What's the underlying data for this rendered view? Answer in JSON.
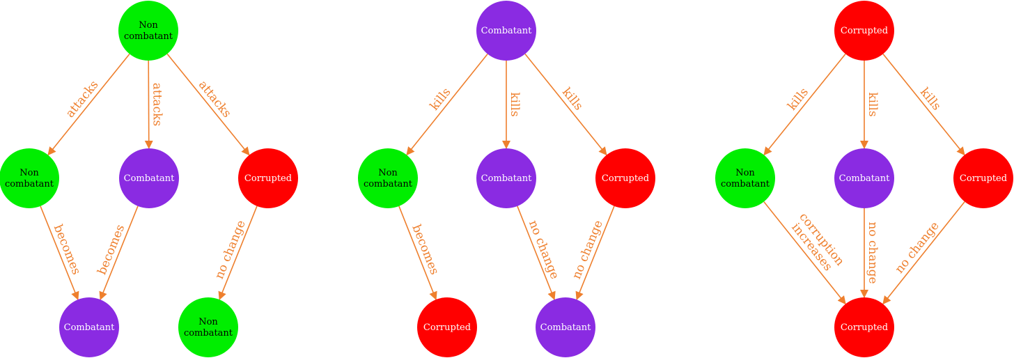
{
  "colors": {
    "non_combatant": "#00ee00",
    "combatant": "#8a2be2",
    "corrupted": "#ff0000",
    "edge": "#ee7f2d",
    "text_on_green": "#000000",
    "text_on_dark": "#ffffff"
  },
  "diagrams": [
    {
      "id": "non-combatant-attacks",
      "nodes": [
        {
          "id": "root",
          "type": "non_combatant",
          "lines": [
            "Non",
            "combatant"
          ]
        },
        {
          "id": "mid-non-combatant",
          "type": "non_combatant",
          "lines": [
            "Non",
            "combatant"
          ]
        },
        {
          "id": "mid-combatant",
          "type": "combatant",
          "lines": [
            "Combatant"
          ]
        },
        {
          "id": "mid-corrupted",
          "type": "corrupted",
          "lines": [
            "Corrupted"
          ]
        },
        {
          "id": "out-combatant",
          "type": "combatant",
          "lines": [
            "Combatant"
          ]
        },
        {
          "id": "out-non-combatant",
          "type": "non_combatant",
          "lines": [
            "Non",
            "combatant"
          ]
        }
      ],
      "edges": [
        {
          "from": "root",
          "to": "mid-non-combatant",
          "lines": [
            "attacks"
          ]
        },
        {
          "from": "root",
          "to": "mid-combatant",
          "lines": [
            "attacks"
          ]
        },
        {
          "from": "root",
          "to": "mid-corrupted",
          "lines": [
            "attacks"
          ]
        },
        {
          "from": "mid-non-combatant",
          "to": "out-combatant",
          "lines": [
            "becomes"
          ]
        },
        {
          "from": "mid-combatant",
          "to": "out-combatant",
          "lines": [
            "becomes"
          ]
        },
        {
          "from": "mid-corrupted",
          "to": "out-non-combatant",
          "lines": [
            "no change"
          ]
        }
      ]
    },
    {
      "id": "combatant-kills",
      "nodes": [
        {
          "id": "root",
          "type": "combatant",
          "lines": [
            "Combatant"
          ]
        },
        {
          "id": "mid-non-combatant",
          "type": "non_combatant",
          "lines": [
            "Non",
            "combatant"
          ]
        },
        {
          "id": "mid-combatant",
          "type": "combatant",
          "lines": [
            "Combatant"
          ]
        },
        {
          "id": "mid-corrupted",
          "type": "corrupted",
          "lines": [
            "Corrupted"
          ]
        },
        {
          "id": "out-corrupted",
          "type": "corrupted",
          "lines": [
            "Corrupted"
          ]
        },
        {
          "id": "out-combatant",
          "type": "combatant",
          "lines": [
            "Combatant"
          ]
        }
      ],
      "edges": [
        {
          "from": "root",
          "to": "mid-non-combatant",
          "lines": [
            "kills"
          ]
        },
        {
          "from": "root",
          "to": "mid-combatant",
          "lines": [
            "kills"
          ]
        },
        {
          "from": "root",
          "to": "mid-corrupted",
          "lines": [
            "kills"
          ]
        },
        {
          "from": "mid-non-combatant",
          "to": "out-corrupted",
          "lines": [
            "becomes"
          ]
        },
        {
          "from": "mid-combatant",
          "to": "out-combatant",
          "lines": [
            "no change"
          ]
        },
        {
          "from": "mid-corrupted",
          "to": "out-combatant",
          "lines": [
            "no change"
          ]
        }
      ]
    },
    {
      "id": "corrupted-kills",
      "nodes": [
        {
          "id": "root",
          "type": "corrupted",
          "lines": [
            "Corrupted"
          ]
        },
        {
          "id": "mid-non-combatant",
          "type": "non_combatant",
          "lines": [
            "Non",
            "combatant"
          ]
        },
        {
          "id": "mid-combatant",
          "type": "combatant",
          "lines": [
            "Combatant"
          ]
        },
        {
          "id": "mid-corrupted",
          "type": "corrupted",
          "lines": [
            "Corrupted"
          ]
        },
        {
          "id": "out-corrupted",
          "type": "corrupted",
          "lines": [
            "Corrupted"
          ]
        }
      ],
      "edges": [
        {
          "from": "root",
          "to": "mid-non-combatant",
          "lines": [
            "kills"
          ]
        },
        {
          "from": "root",
          "to": "mid-combatant",
          "lines": [
            "kills"
          ]
        },
        {
          "from": "root",
          "to": "mid-corrupted",
          "lines": [
            "kills"
          ]
        },
        {
          "from": "mid-non-combatant",
          "to": "out-corrupted",
          "lines": [
            "corruption",
            "increases"
          ]
        },
        {
          "from": "mid-combatant",
          "to": "out-corrupted",
          "lines": [
            "no change"
          ]
        },
        {
          "from": "mid-corrupted",
          "to": "out-corrupted",
          "lines": [
            "no change"
          ]
        }
      ]
    }
  ]
}
